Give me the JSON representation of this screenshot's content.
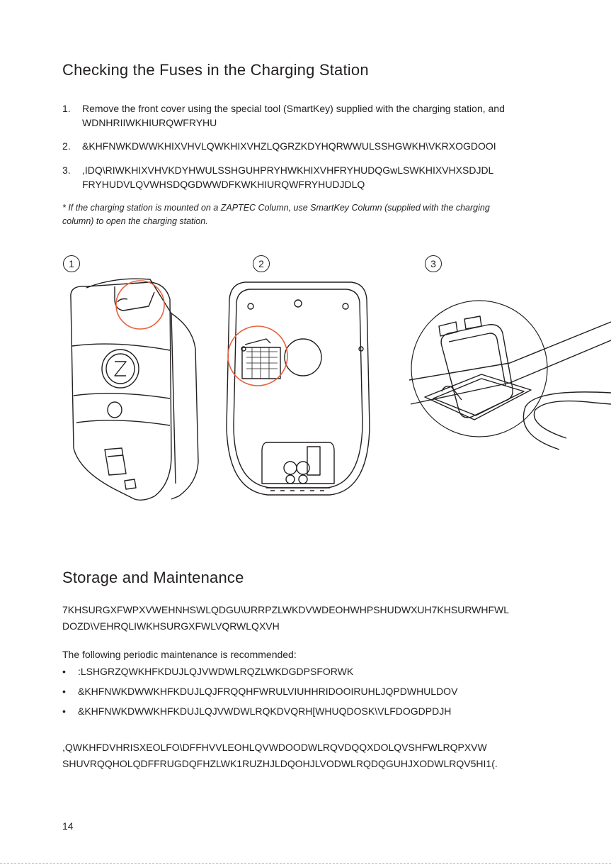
{
  "section1": {
    "heading": "Checking the Fuses in the Charging Station",
    "steps": [
      {
        "num": "1.",
        "line1": "Remove the front cover using the special tool (SmartKey) supplied with the charging station, and",
        "line2": "WDNHRIIWKHIURQWFRYHU"
      },
      {
        "num": "2.",
        "line1": "&KHFNWKDWWKHIXVHVLQWKHIXVHZLQGRZKDYHQRWWULSSHGWKH\\VKRXOGDOOI"
      },
      {
        "num": "3.",
        "line1": ",IDQ\\RIWKHIXVHVKDYHWULSSHGUHPRYHWKHIXVHFRYHUDQGwLSWKHIXVHXSDJDL",
        "line2": "FRYHUDVLQVWHSDQGDWWDFKWKHIURQWFRYHUDJDLQ"
      }
    ],
    "note_line1": "* If the charging station is mounted on a ZAPTEC Column, use SmartKey Column (supplied with the charging",
    "note_line2": "column) to open the charging station."
  },
  "figures": {
    "labels": [
      "1",
      "2",
      "3"
    ],
    "accent_color": "#e8613c"
  },
  "section2": {
    "heading": "Storage and Maintenance",
    "para1_line1": "7KHSURGXFWPXVWEHNHSWLQDGU\\URRPZLWKDVWDEOHWHPSHUDWXUH7KHSURWHFWL",
    "para1_line2": "DOZD\\VEHRQLIWKHSURGXFWLVQRWLQXVH",
    "maintenance_intro": "The following periodic maintenance is recommended:",
    "bullets": [
      ":LSHGRZQWKHFKDUJLQJVWDWLRQZLWKDGDPSFORWK",
      "&KHFNWKDWWKHFKDUJLQJFRQQHFWRULVIUHHRIDOOIRUHLJQPDWHULDOV",
      "&KHFNWKDWWKHFKDUJLQJVWDWLRQKDVQRH[WHUQDOSK\\VLFDOGDPDJH"
    ],
    "bullet_char": "•",
    "para2_line1": ",QWKHFDVHRISXEOLFO\\DFFHVVLEOHLQVWDOODWLRQVDQQXDOLQVSHFWLRQPXVW",
    "para2_line2": "SHUVRQQHOLQDFFRUGDQFHZLWK1RUZHJLDQOHJLVODWLRQDQGUHJXODWLRQV5HI1(."
  },
  "footer": {
    "page_number": "14"
  }
}
